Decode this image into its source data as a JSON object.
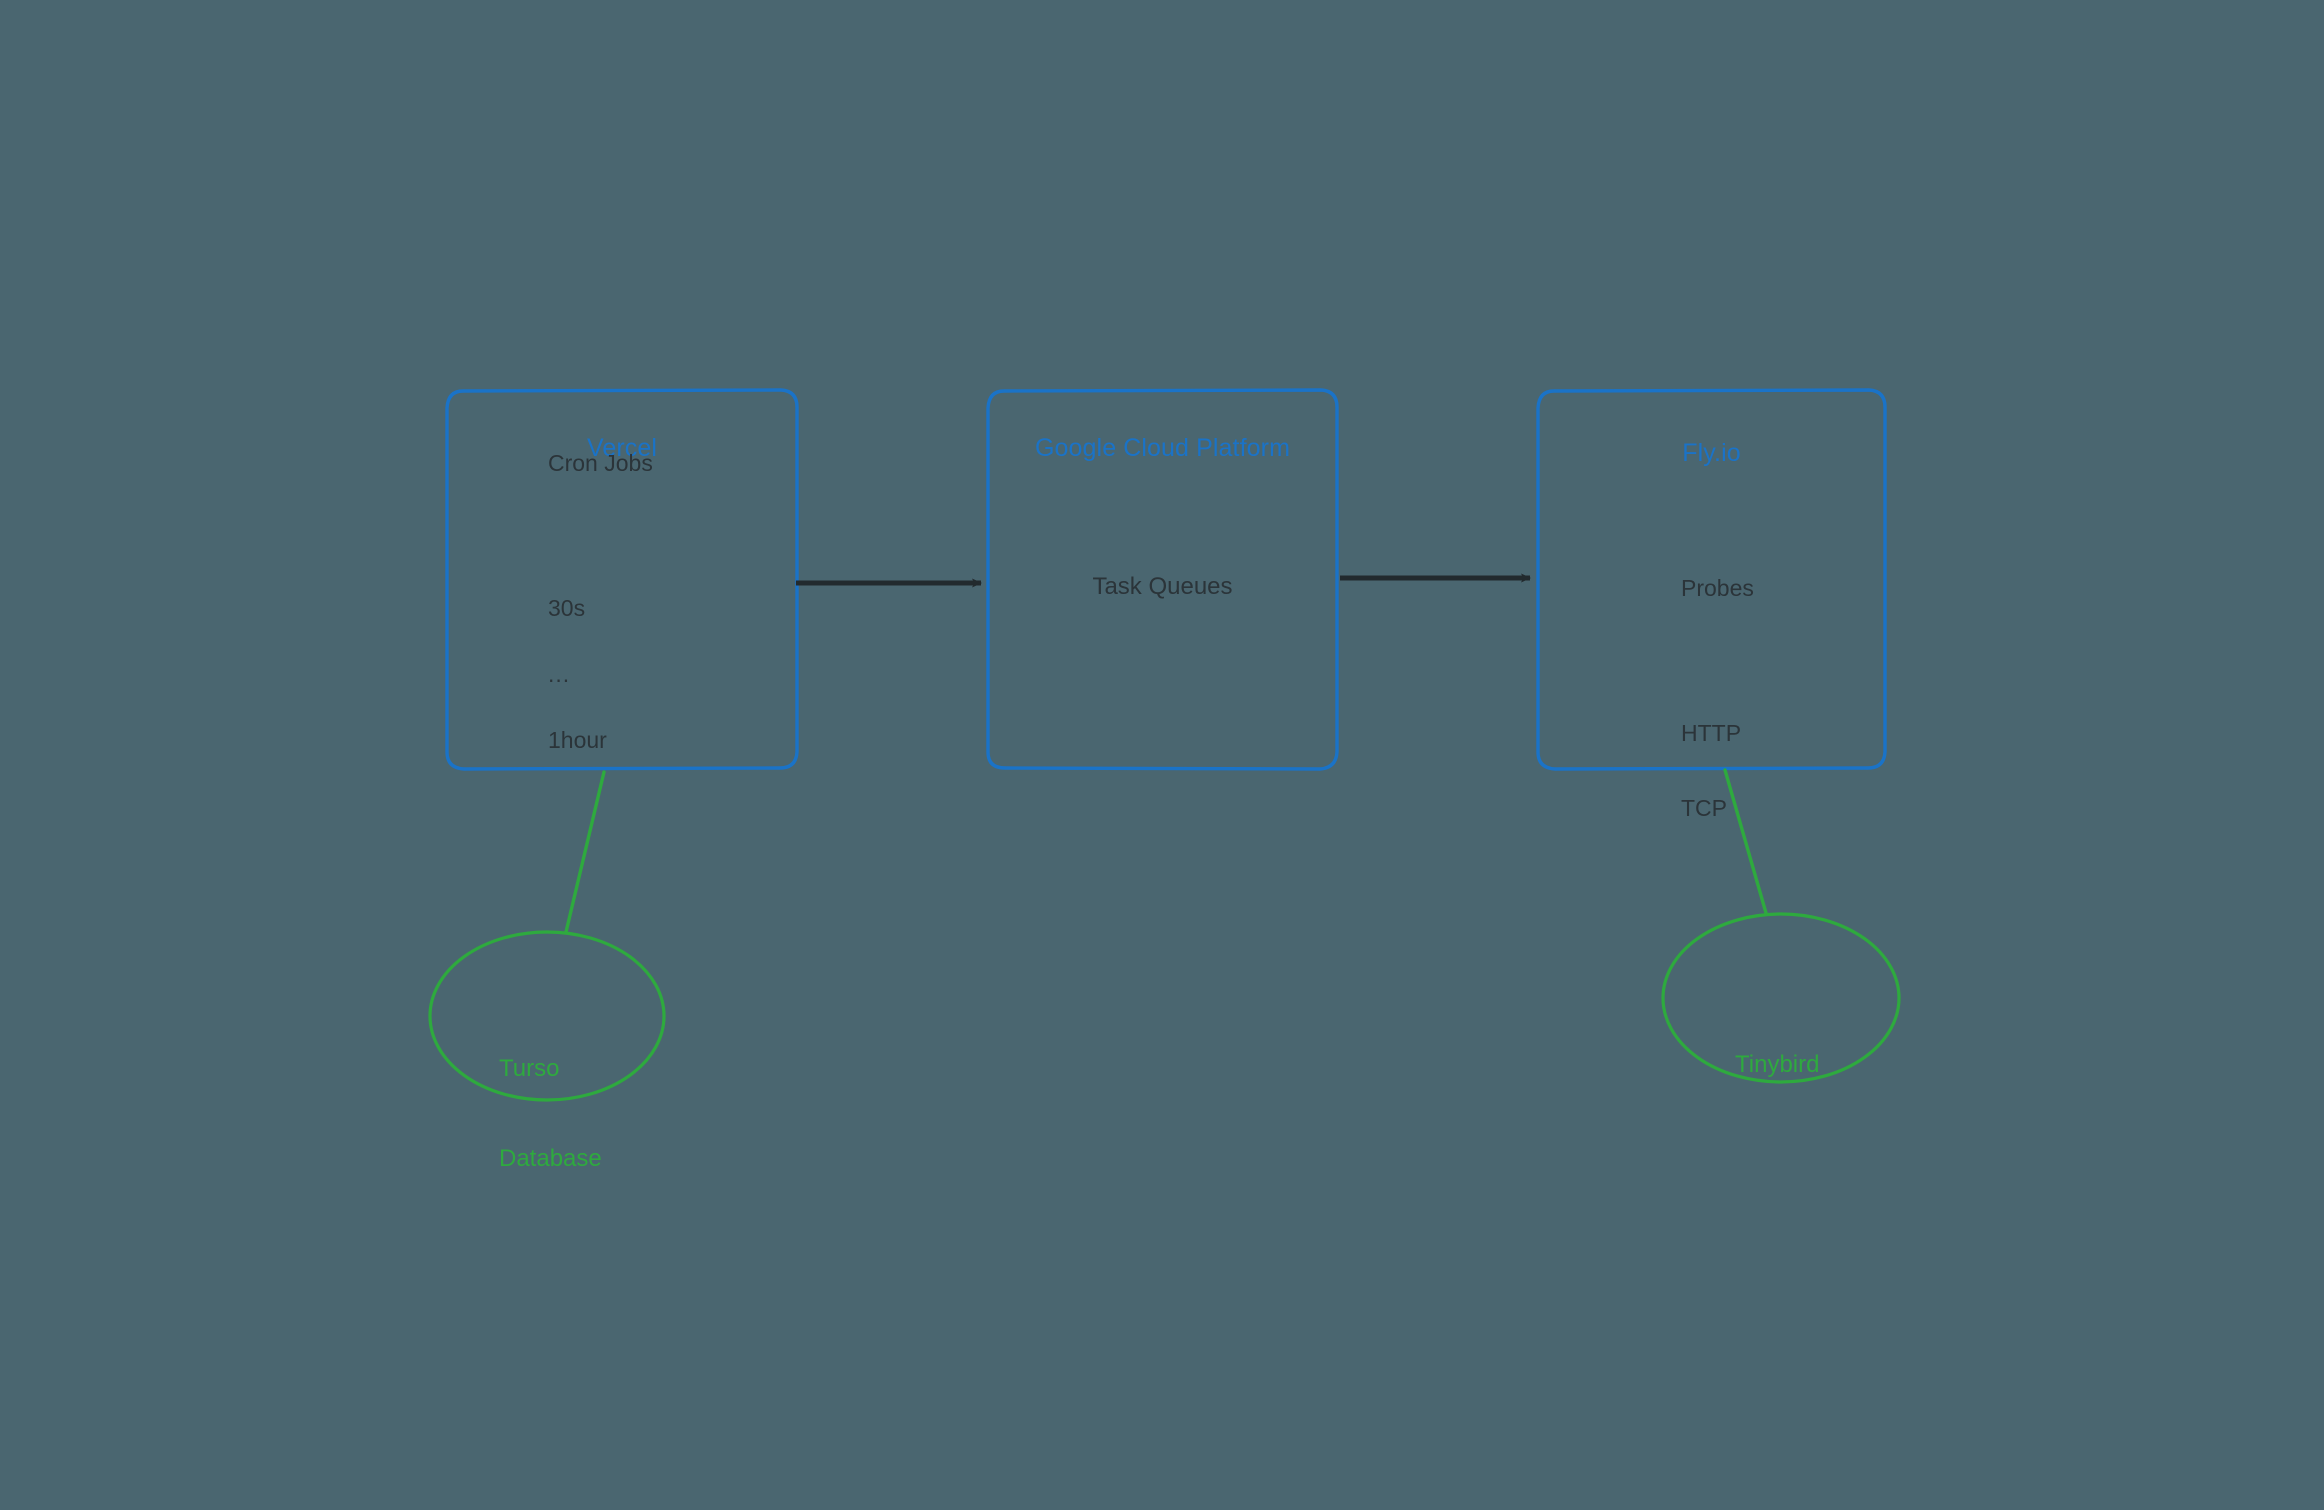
{
  "diagram": {
    "background_color": "#4a6670",
    "box_stroke_color": "#1a73c8",
    "box_title_color": "#1a73c8",
    "body_text_color": "#2b3439",
    "ellipse_stroke_color": "#2eaa3e",
    "ellipse_text_color": "#2eaa3e",
    "arrow_color": "#222a2e",
    "nodes": [
      {
        "id": "vercel",
        "title": "Vercel",
        "lines": [
          "Cron Jobs",
          "30s",
          "...",
          "1hour"
        ]
      },
      {
        "id": "gcp",
        "title": "Google Cloud Platform",
        "lines": [
          "Task Queues"
        ]
      },
      {
        "id": "flyio",
        "title": "Fly.io",
        "lines": [
          "Probes",
          "HTTP",
          "TCP"
        ]
      }
    ],
    "datastores": [
      {
        "id": "turso",
        "label_lines": [
          "Turso",
          "Database"
        ]
      },
      {
        "id": "tinybird",
        "label_lines": [
          "Tinybird"
        ]
      }
    ],
    "connections": [
      {
        "id": "vercel-to-gcp",
        "type": "arrow",
        "from": "vercel",
        "to": "gcp"
      },
      {
        "id": "gcp-to-flyio",
        "type": "arrow",
        "from": "gcp",
        "to": "flyio"
      },
      {
        "id": "vercel-to-turso",
        "type": "line",
        "from": "vercel",
        "to": "turso"
      },
      {
        "id": "flyio-to-tinybird",
        "type": "line",
        "from": "flyio",
        "to": "tinybird"
      }
    ]
  }
}
